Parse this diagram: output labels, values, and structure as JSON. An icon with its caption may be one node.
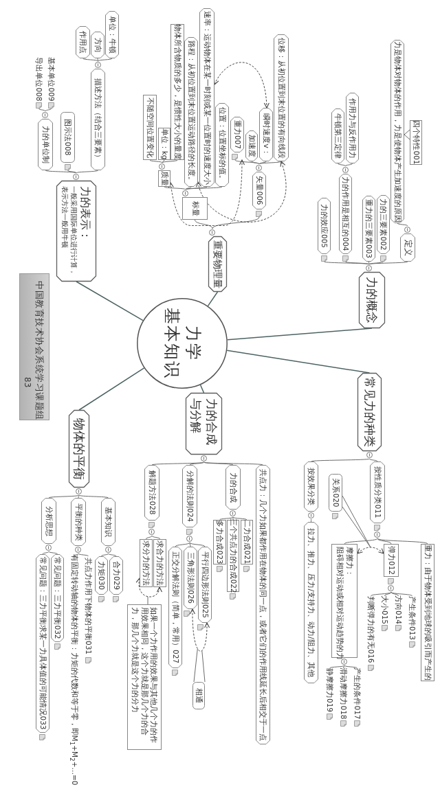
{
  "diagram": {
    "nodes": [
      {
        "text": [
          "力学",
          "基本知识"
        ]
      },
      {
        "text": [
          "力的概念"
        ]
      },
      {
        "text": [
          "定义"
        ]
      },
      {
        "text": [
          "力是物体对物体的作用，力是使物体产生加速度的原因"
        ]
      },
      {
        "text": [
          "四个特性001"
        ]
      },
      {
        "text": [
          "力的三要素002"
        ]
      },
      {
        "text": [
          "重力的三要素003"
        ]
      },
      {
        "text": [
          "力的作用是相互的004"
        ]
      },
      {
        "text": [
          "作用力与反作用力"
        ]
      },
      {
        "text": [
          "牛顿第三定律"
        ]
      },
      {
        "text": [
          "力的效应005"
        ]
      },
      {
        "text": [
          "常见力的种类"
        ]
      },
      {
        "text": [
          "按性质分类011"
        ]
      },
      {
        "text": [
          "重力：由于物体受到地球的吸引而产生的"
        ]
      },
      {
        "text": [
          "弹力012"
        ]
      },
      {
        "text": [
          "产生条件013"
        ]
      },
      {
        "text": [
          "方向014"
        ]
      },
      {
        "text": [
          "大小015"
        ]
      },
      {
        "text": [
          "判断弹力的有无016"
        ]
      },
      {
        "text": [
          "摩擦力：",
          "阻碍相对运动或相对运动趋势的力"
        ]
      },
      {
        "text": [
          "产生的条件017"
        ]
      },
      {
        "text": [
          "滑动摩擦力018"
        ]
      },
      {
        "text": [
          "静摩擦力019"
        ]
      },
      {
        "text": [
          "关系020"
        ]
      },
      {
        "text": [
          "按效果分类"
        ]
      },
      {
        "text": [
          "拉力、推力、压力/支持力、动力/阻力、其他"
        ]
      },
      {
        "text": [
          "力的合成与分解"
        ]
      },
      {
        "text": [
          "共点力：几个力如果都作用在物体的同一点，或者它们的作用线延长后相交于一点"
        ]
      },
      {
        "text": [
          "力的合成"
        ]
      },
      {
        "text": [
          "二力合成021"
        ]
      },
      {
        "text": [
          "三个共点力的合成022"
        ]
      },
      {
        "text": [
          "多力合成023"
        ]
      },
      {
        "text": [
          "分解的法则024"
        ]
      },
      {
        "text": [
          "平行四边形法则025"
        ]
      },
      {
        "text": [
          "三角形法则026"
        ]
      },
      {
        "text": [
          "正交分解法则（简单，常用）027"
        ]
      },
      {
        "text": [
          "相通"
        ]
      },
      {
        "text": [
          "解题方法028"
        ]
      },
      {
        "text": [
          "求合力的方法"
        ]
      },
      {
        "text": [
          "求分力的方法"
        ]
      },
      {
        "text": [
          "如果一个力作用的效果与其他几个力的作用效果相同，这个力就是那几个力的合力，那几个力就是这个力的分力"
        ]
      },
      {
        "text": [
          "物体的平衡"
        ]
      },
      {
        "text": [
          "基本知识"
        ]
      },
      {
        "text": [
          "合力029"
        ]
      },
      {
        "text": [
          "力矩030"
        ]
      },
      {
        "text": [
          "平衡的种类"
        ]
      },
      {
        "text": [
          "共点力作用下物体的平衡031"
        ]
      },
      {
        "text": [
          "有固定转动轴的物体的平衡：力矩的代数和等于零，即M$_{1}$+M$_{2}$+…=0"
        ]
      },
      {
        "text": [
          "分析思想"
        ]
      },
      {
        "text": [
          "常见问题：三力平衡032"
        ]
      },
      {
        "text": [
          "常见问题：三力平衡求某一力具体值的可能情况033"
        ]
      },
      {
        "text": [
          "力的表示：",
          "一般采用国际单位进行计算，表示方法一般用牛顿"
        ]
      },
      {
        "text": [
          "描述方法（结合三要素）"
        ]
      },
      {
        "text": [
          "单位：牛顿"
        ]
      },
      {
        "text": [
          "方向"
        ]
      },
      {
        "text": [
          "作用点"
        ]
      },
      {
        "text": [
          "图示法008"
        ]
      },
      {
        "text": [
          "力的单位制"
        ]
      },
      {
        "text": [
          "基本单位009"
        ]
      },
      {
        "text": [
          "导出单位008"
        ]
      },
      {
        "text": [
          "重要物理量"
        ]
      },
      {
        "text": [
          "矢量006"
        ]
      },
      {
        "text": [
          "位移：从初位置到末位置的有向线段"
        ]
      },
      {
        "text": [
          "瞬时速度v："
        ]
      },
      {
        "text": [
          "加速度"
        ]
      },
      {
        "text": [
          "重力007"
        ]
      },
      {
        "text": [
          "标量"
        ]
      },
      {
        "text": [
          "位置：位置坐标的值。"
        ]
      },
      {
        "text": [
          "速率：运动物体在某一时刻或某一位置时的速度大小"
        ]
      },
      {
        "text": [
          "路程：从初位置到末位置运动路径的长度。"
        ]
      },
      {
        "text": [
          "质量"
        ]
      },
      {
        "text": [
          "物体所含物质的多少，是惯性大小的量度"
        ]
      },
      {
        "text": [
          "单位：kg"
        ]
      },
      {
        "text": [
          "不随空间位置变化"
        ]
      }
    ],
    "edges": [
      {
        "from": 0,
        "to": 1,
        "arrow": "none"
      },
      {
        "from": 1,
        "to": 2,
        "arrow": "none"
      },
      {
        "from": 2,
        "to": 3,
        "arrow": "none"
      },
      {
        "from": 4,
        "to": 3,
        "arrow": "none"
      },
      {
        "from": 1,
        "to": 5,
        "arrow": "none"
      },
      {
        "from": 1,
        "to": 6,
        "arrow": "none"
      },
      {
        "from": 1,
        "to": 7,
        "arrow": "none"
      },
      {
        "from": 7,
        "to": 8,
        "arrow": "none"
      },
      {
        "from": 7,
        "to": 9,
        "arrow": "none"
      },
      {
        "from": 1,
        "to": 10,
        "arrow": "none"
      },
      {
        "from": 0,
        "to": 11,
        "arrow": "none"
      },
      {
        "from": 11,
        "to": 12,
        "arrow": "none"
      },
      {
        "from": 12,
        "to": 13,
        "arrow": "none"
      },
      {
        "from": 12,
        "to": 14,
        "arrow": "none"
      },
      {
        "from": 14,
        "to": 15,
        "arrow": "none"
      },
      {
        "from": 14,
        "to": 16,
        "arrow": "none"
      },
      {
        "from": 14,
        "to": 17,
        "arrow": "none"
      },
      {
        "from": 14,
        "to": 18,
        "arrow": "none"
      },
      {
        "from": 12,
        "to": 19,
        "arrow": "none"
      },
      {
        "from": 19,
        "to": 20,
        "arrow": "none"
      },
      {
        "from": 19,
        "to": 21,
        "arrow": "none"
      },
      {
        "from": 19,
        "to": 22,
        "arrow": "none"
      },
      {
        "from": 14,
        "to": 19,
        "arrow": "both",
        "style": "dashed"
      },
      {
        "from": 23,
        "to": null,
        "arrow": "none"
      },
      {
        "from": 11,
        "to": 24,
        "arrow": "none"
      },
      {
        "from": 24,
        "to": 25,
        "arrow": "none"
      },
      {
        "from": 0,
        "to": 26,
        "arrow": "none"
      },
      {
        "from": 26,
        "to": 27,
        "arrow": "none"
      },
      {
        "from": 26,
        "to": 28,
        "arrow": "none"
      },
      {
        "from": 28,
        "to": 29,
        "arrow": "none"
      },
      {
        "from": 28,
        "to": 30,
        "arrow": "none"
      },
      {
        "from": 28,
        "to": 31,
        "arrow": "none"
      },
      {
        "from": 26,
        "to": 32,
        "arrow": "none"
      },
      {
        "from": 32,
        "to": 33,
        "arrow": "none"
      },
      {
        "from": 32,
        "to": 34,
        "arrow": "none"
      },
      {
        "from": 32,
        "to": 35,
        "arrow": "none"
      },
      {
        "from": 33,
        "to": 34,
        "arrow": "both",
        "style": "dashed"
      },
      {
        "from": 36,
        "to": null,
        "arrow": "none"
      },
      {
        "from": 26,
        "to": 37,
        "arrow": "none"
      },
      {
        "from": 37,
        "to": 38,
        "arrow": "none"
      },
      {
        "from": 37,
        "to": 39,
        "arrow": "none"
      },
      {
        "from": 38,
        "to": 39,
        "arrow": "both",
        "style": "dashed"
      },
      {
        "from": 40,
        "to": null,
        "arrow": "none"
      },
      {
        "from": 0,
        "to": 41,
        "arrow": "none"
      },
      {
        "from": 41,
        "to": 42,
        "arrow": "none"
      },
      {
        "from": 42,
        "to": 43,
        "arrow": "none"
      },
      {
        "from": 42,
        "to": 44,
        "arrow": "none"
      },
      {
        "from": 41,
        "to": 45,
        "arrow": "none"
      },
      {
        "from": 45,
        "to": 46,
        "arrow": "none"
      },
      {
        "from": 45,
        "to": 47,
        "arrow": "none"
      },
      {
        "from": 41,
        "to": 48,
        "arrow": "none"
      },
      {
        "from": 48,
        "to": 49,
        "arrow": "none"
      },
      {
        "from": 48,
        "to": 50,
        "arrow": "none"
      },
      {
        "from": 0,
        "to": 51,
        "arrow": "none"
      },
      {
        "from": 51,
        "to": 52,
        "arrow": "none"
      },
      {
        "from": 52,
        "to": 53,
        "arrow": "none"
      },
      {
        "from": 52,
        "to": 54,
        "arrow": "none"
      },
      {
        "from": 52,
        "to": 55,
        "arrow": "none"
      },
      {
        "from": 51,
        "to": 56,
        "arrow": "none"
      },
      {
        "from": 51,
        "to": 57,
        "arrow": "none"
      },
      {
        "from": 57,
        "to": 58,
        "arrow": "none"
      },
      {
        "from": 57,
        "to": 59,
        "arrow": "none"
      },
      {
        "from": 0,
        "to": 60,
        "arrow": "none"
      },
      {
        "from": 60,
        "to": 61,
        "arrow": "none"
      },
      {
        "from": 61,
        "to": 62,
        "arrow": "none"
      },
      {
        "from": 61,
        "to": 63,
        "arrow": "none"
      },
      {
        "from": 61,
        "to": 64,
        "arrow": "none"
      },
      {
        "from": 61,
        "to": 65,
        "arrow": "none"
      },
      {
        "from": 60,
        "to": 66,
        "arrow": "none"
      },
      {
        "from": 66,
        "to": 67,
        "arrow": "none"
      },
      {
        "from": 66,
        "to": 68,
        "arrow": "none"
      },
      {
        "from": 66,
        "to": 69,
        "arrow": "none"
      },
      {
        "from": 66,
        "to": 70,
        "arrow": "none"
      },
      {
        "from": 70,
        "to": 71,
        "arrow": "none"
      },
      {
        "from": 70,
        "to": 72,
        "arrow": "none"
      },
      {
        "from": 70,
        "to": 73,
        "arrow": "none"
      },
      {
        "from": 68,
        "to": 63,
        "arrow": "both",
        "style": "dashed"
      },
      {
        "from": 69,
        "to": 62,
        "arrow": "both",
        "style": "dashed"
      },
      {
        "from": 70,
        "to": 65,
        "arrow": "both",
        "style": "dashed"
      }
    ],
    "labels": [
      "中国教育技术协会系统学习课题组",
      "83"
    ]
  }
}
